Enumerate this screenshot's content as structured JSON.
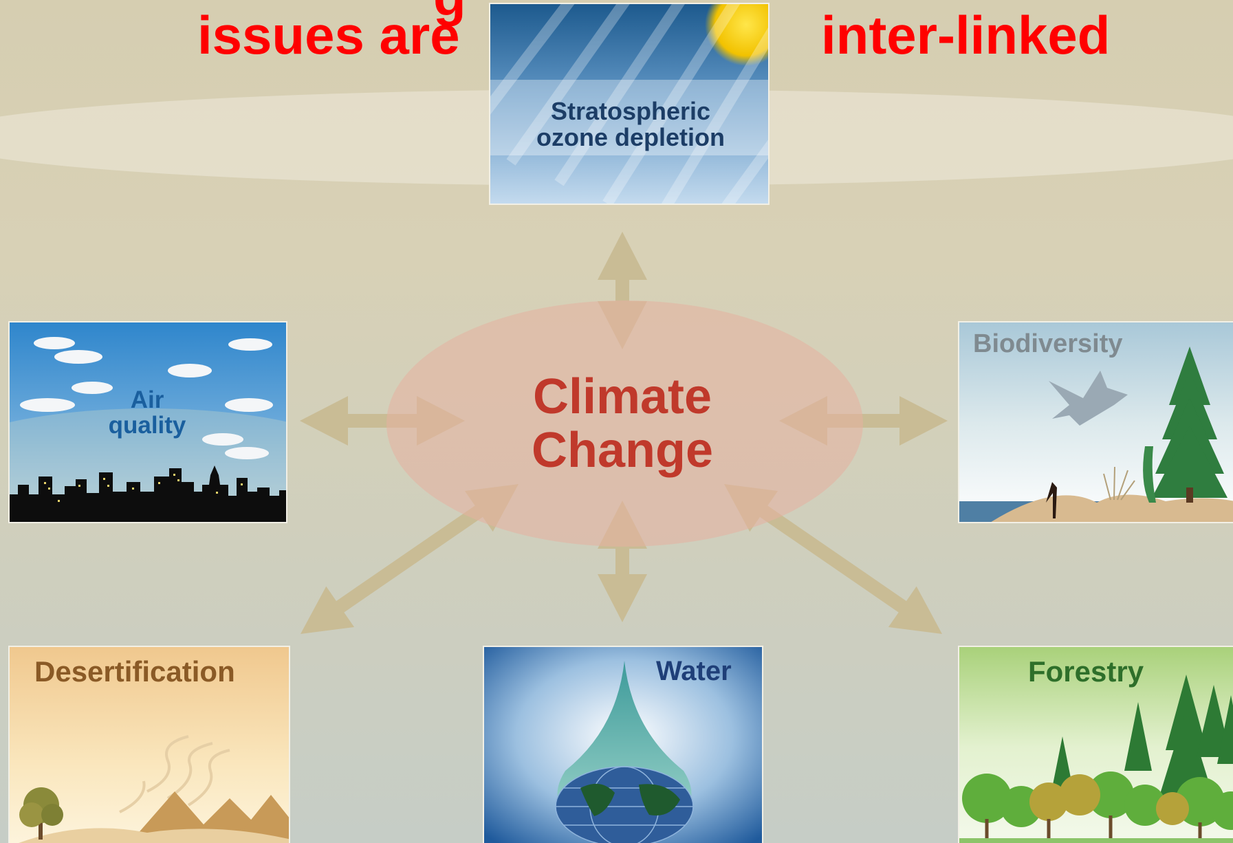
{
  "title": {
    "line1_partial": "g",
    "line2_left": "issues are",
    "line2_right": "inter-linked",
    "color": "#ff0000"
  },
  "center": {
    "line1": "Climate",
    "line2": "Change",
    "text_color": "#c0392b"
  },
  "panels": {
    "ozone": {
      "label_line1": "Stratospheric",
      "label_line2": "ozone depletion"
    },
    "air": {
      "label_line1": "Air",
      "label_line2": "quality"
    },
    "biodiversity": {
      "label": "Biodiversity"
    },
    "desertification": {
      "label": "Desertification"
    },
    "water": {
      "label": "Water"
    },
    "forestry": {
      "label": "Forestry"
    }
  },
  "colors": {
    "background": "#d6ceb1",
    "arrow": "#c9bc95",
    "ellipse": "#e5b0a0"
  }
}
